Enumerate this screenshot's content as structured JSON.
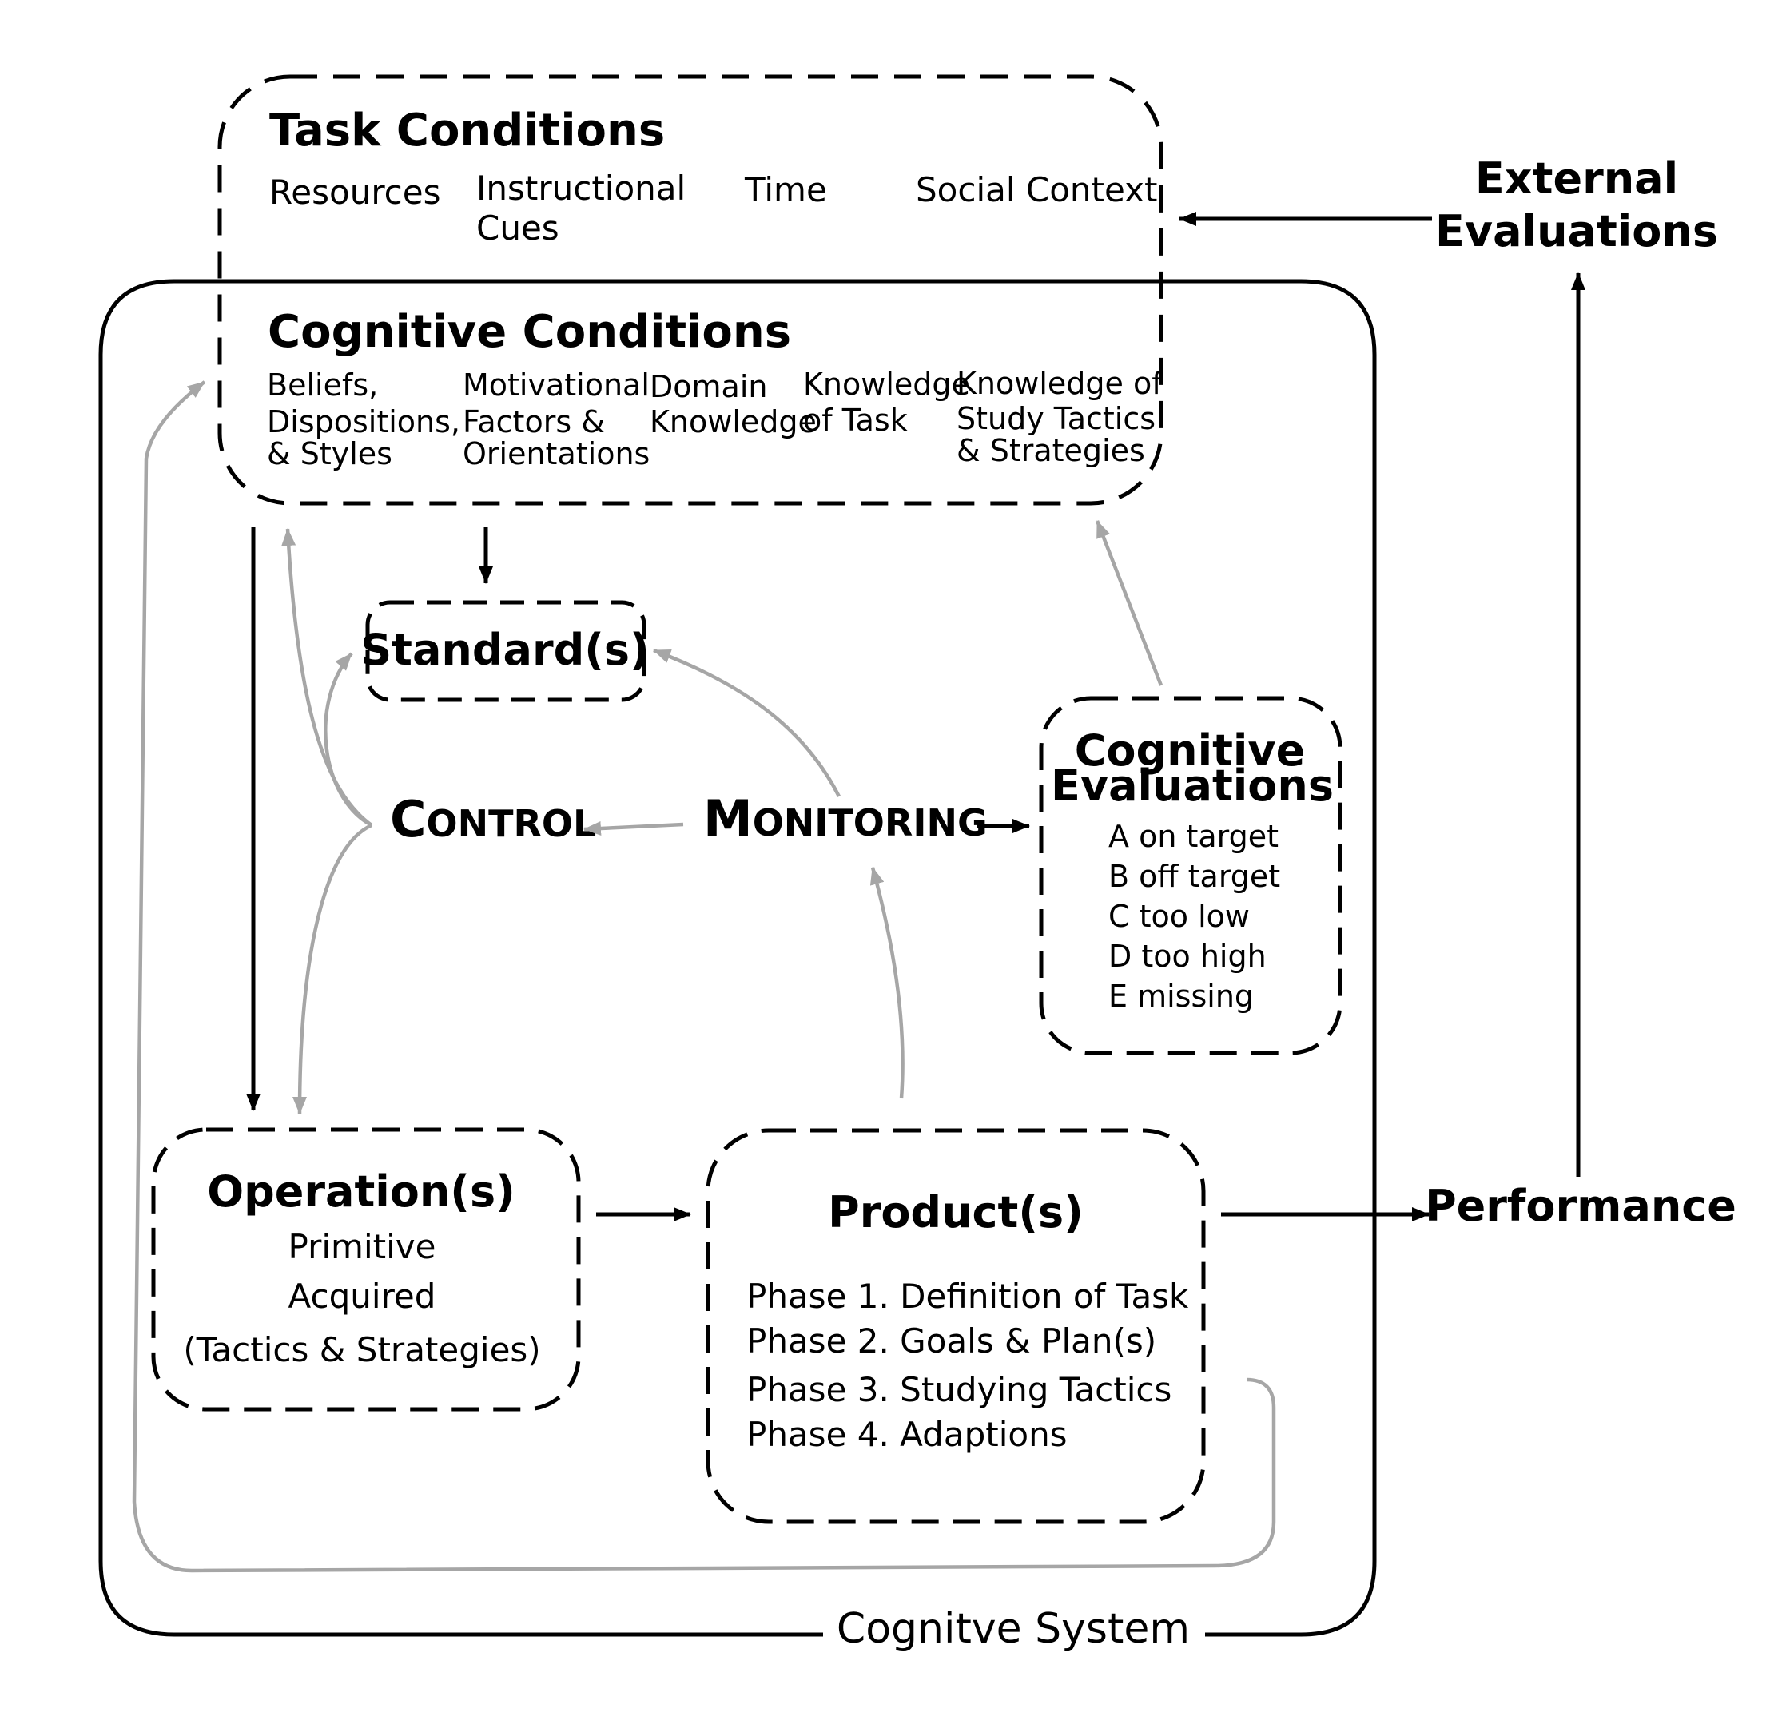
{
  "task_conditions": {
    "title": "Task Conditions",
    "items": [
      "Resources",
      "Instructional",
      "Cues",
      "Time",
      "Social  Context"
    ]
  },
  "external_evaluations": {
    "line1": "External",
    "line2": "Evaluations"
  },
  "cognitive_conditions": {
    "title": "Cognitive Conditions",
    "col1": [
      "Beliefs,",
      "Dispositions,",
      "& Styles"
    ],
    "col2": [
      "Motivational",
      "Factors &",
      "Orientations"
    ],
    "col3": [
      "Domain",
      "Knowledge"
    ],
    "col4": [
      "Knowledge",
      "of Task"
    ],
    "col5": [
      "Knowledge of",
      "Study Tactics",
      "& Strategies"
    ]
  },
  "standards": {
    "title": "Standard(s)"
  },
  "control": {
    "initial": "C",
    "rest": "ONTROL"
  },
  "monitoring": {
    "initial": "M",
    "rest": "ONITORING"
  },
  "cognitive_evaluations": {
    "line1": "Cognitive",
    "line2": "Evaluations",
    "items": [
      "A  on target",
      "B  off target",
      "C  too low",
      "D  too high",
      "E  missing"
    ]
  },
  "operations": {
    "title": "Operation(s)",
    "items": [
      "Primitive",
      "Acquired",
      "(Tactics &  Strategies)"
    ]
  },
  "products": {
    "title": "Product(s)",
    "items": [
      "Phase 1. Definition of Task",
      "Phase 2. Goals & Plan(s)",
      "Phase 3. Studying  Tactics",
      "Phase 4. Adaptions"
    ]
  },
  "performance": {
    "label": "Performance"
  },
  "cognitive_system": {
    "label": "Cognitve System"
  },
  "colors": {
    "black": "#000000",
    "gray": "#a6a6a6"
  }
}
